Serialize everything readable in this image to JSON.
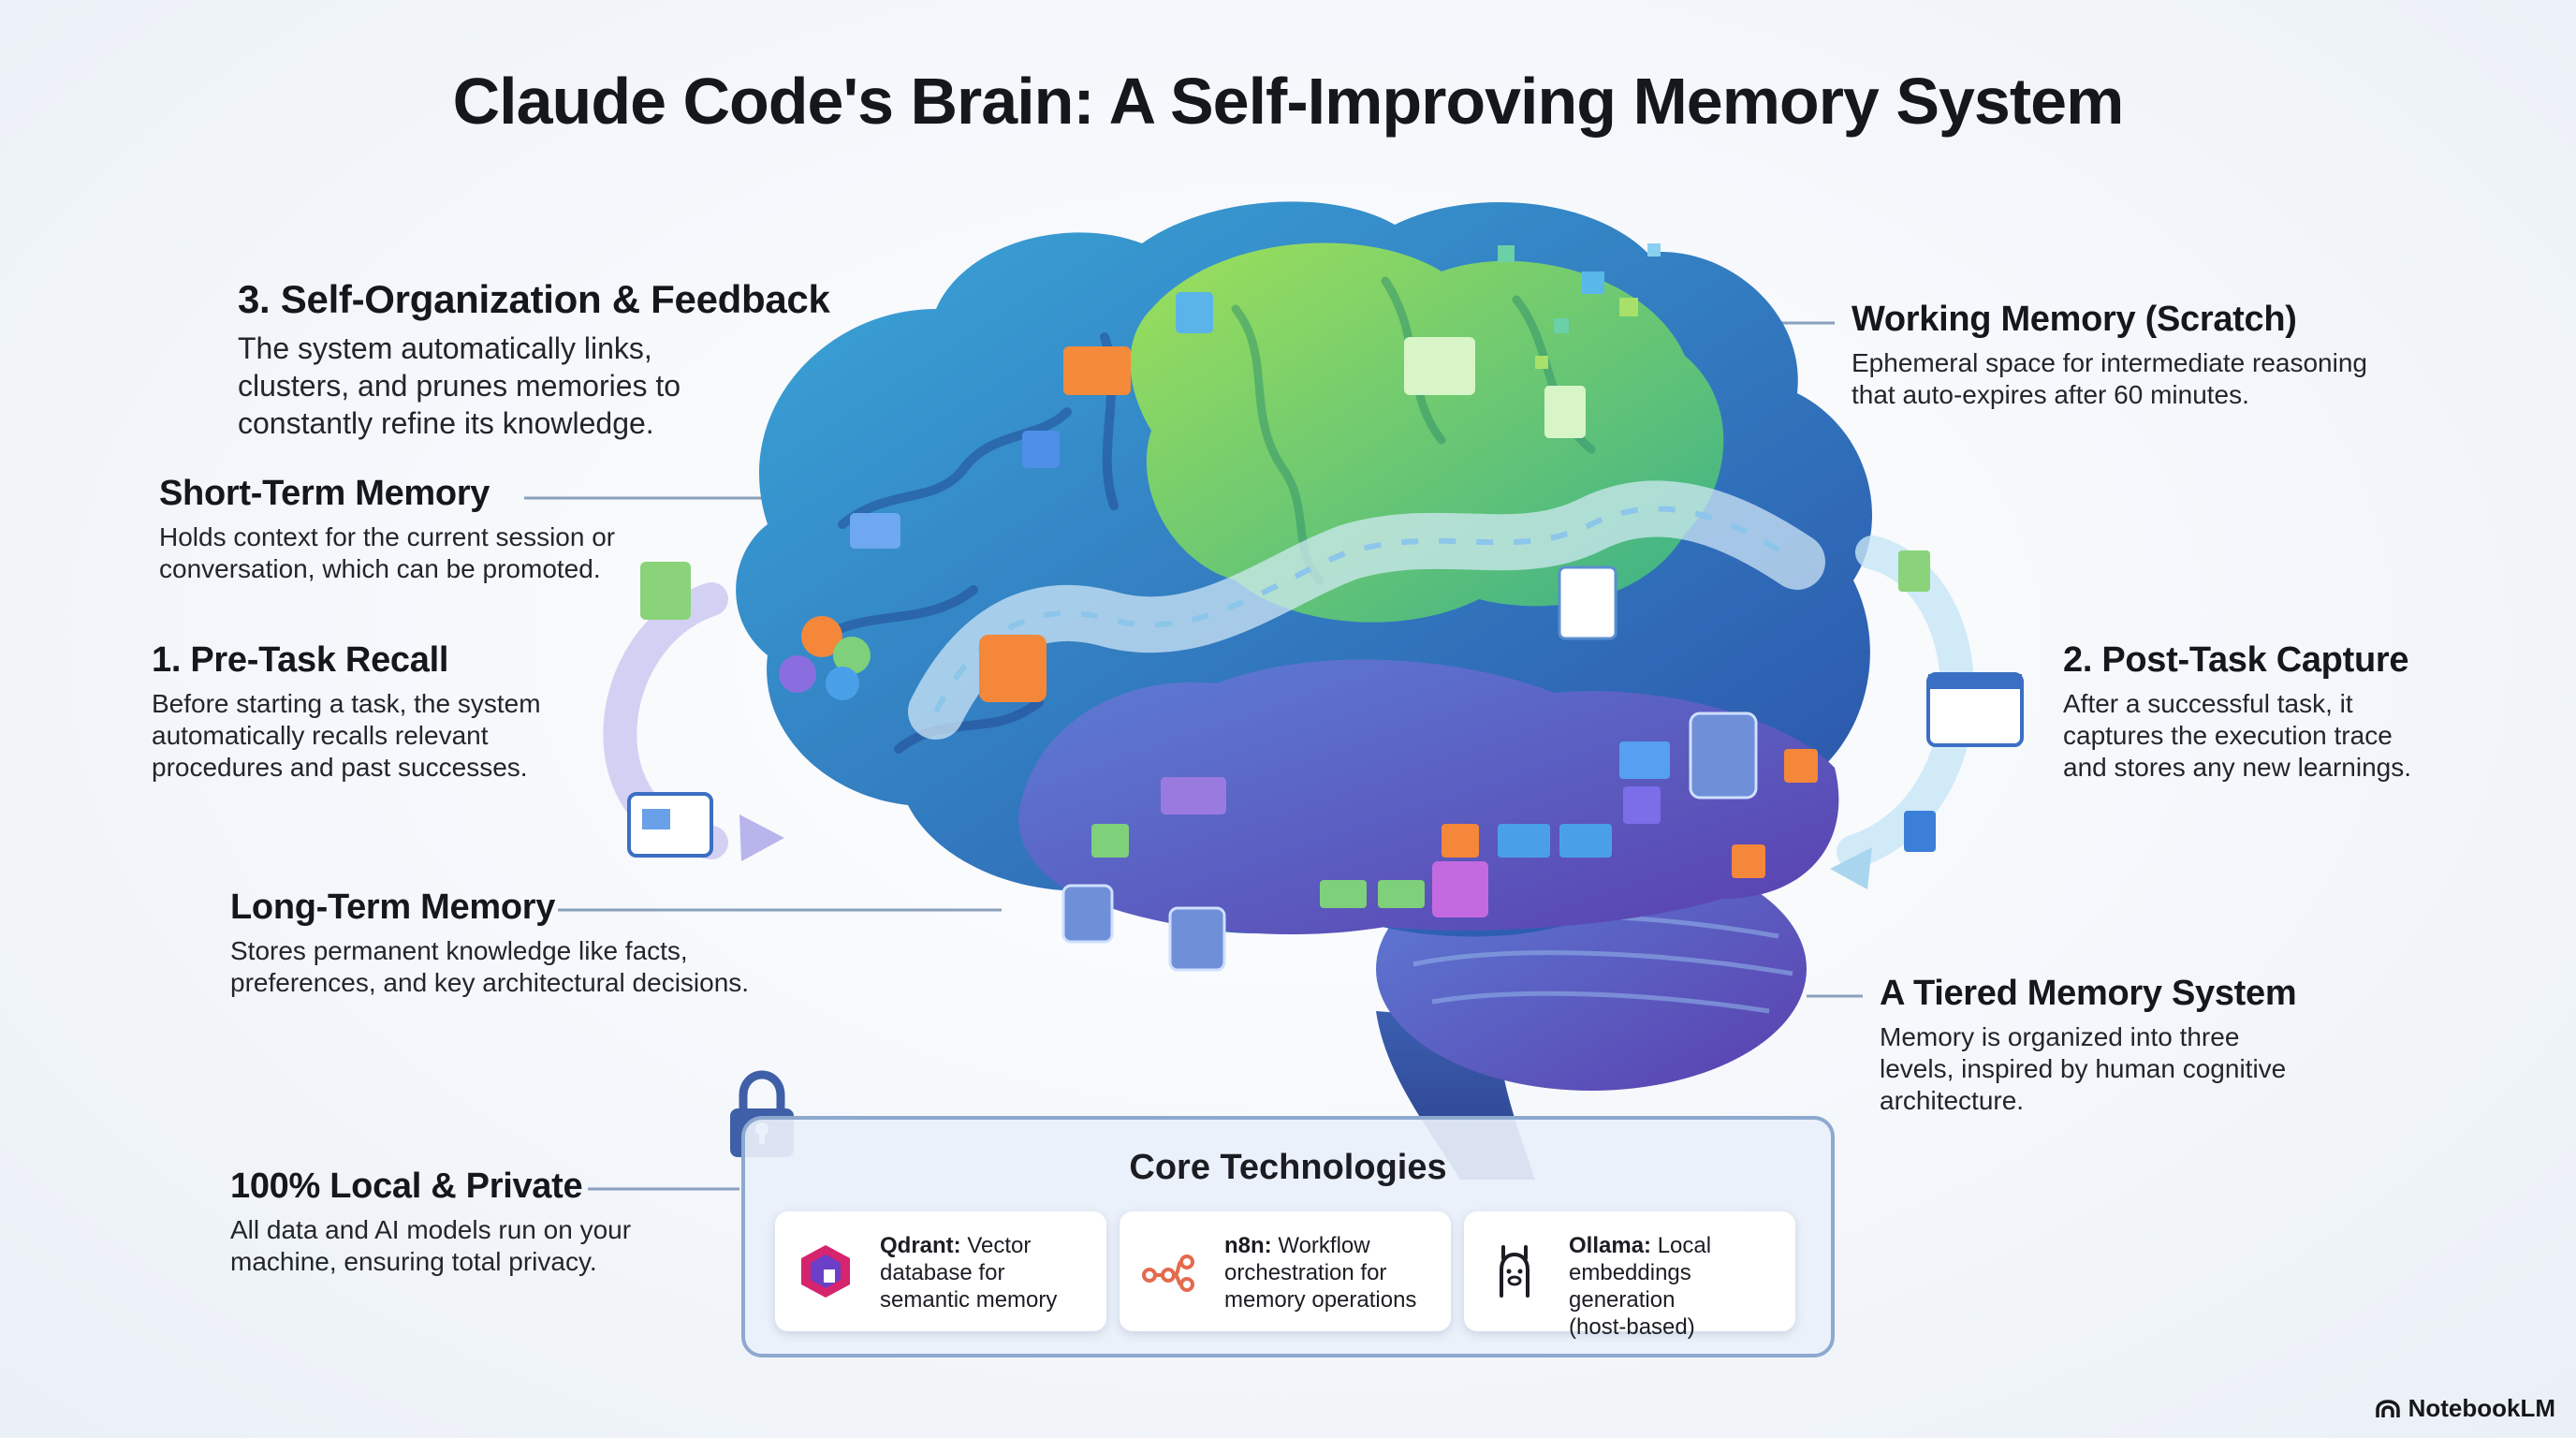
{
  "title": "Claude Code's Brain: A Self-Improving Memory System",
  "callouts": {
    "self_org": {
      "title": "3. Self-Organization & Feedback",
      "lines": [
        "The system automatically links,",
        "clusters, and prunes memories to",
        "constantly refine its knowledge."
      ]
    },
    "short_term": {
      "title": "Short-Term Memory",
      "lines": [
        "Holds context for the current session or",
        "conversation, which can be promoted."
      ]
    },
    "pre_task": {
      "title": "1. Pre-Task Recall",
      "lines": [
        "Before starting a task, the system",
        "automatically recalls relevant",
        "procedures and past successes."
      ]
    },
    "long_term": {
      "title": "Long-Term Memory",
      "lines": [
        "Stores permanent knowledge like facts,",
        "preferences, and key architectural decisions."
      ]
    },
    "local": {
      "title": "100% Local & Private",
      "lines": [
        "All data and AI models run on your",
        "machine, ensuring total privacy."
      ]
    },
    "working": {
      "title": "Working Memory (Scratch)",
      "lines": [
        "Ephemeral space for intermediate reasoning",
        "that auto-expires after 60 minutes."
      ]
    },
    "post_task": {
      "title": "2. Post-Task Capture",
      "lines": [
        "After a successful task, it",
        "captures the execution trace",
        "and stores any new learnings."
      ]
    },
    "tiered": {
      "title": "A Tiered Memory System",
      "lines": [
        "Memory is organized into three",
        "levels, inspired by human cognitive",
        "architecture."
      ]
    }
  },
  "core": {
    "title": "Core Technologies",
    "items": [
      {
        "name": "Qdrant:",
        "lines": [
          "Vector",
          "database for",
          "semantic memory"
        ],
        "icon": "qdrant-icon"
      },
      {
        "name": "n8n:",
        "lines": [
          "Workflow",
          "orchestration for",
          "memory operations"
        ],
        "icon": "n8n-icon"
      },
      {
        "name": "Ollama:",
        "lines": [
          "Local",
          "embeddings generation",
          "(host-based)"
        ],
        "icon": "ollama-icon"
      }
    ]
  },
  "badge": "NotebookLM",
  "colors": {
    "brain_blue": "#2f63b8",
    "brain_green": "#7fce5a",
    "brain_purple": "#6b5bc4",
    "flow": "#cfe6f5",
    "accent_orange": "#f4893a",
    "panel_border": "#8ea9cf"
  }
}
